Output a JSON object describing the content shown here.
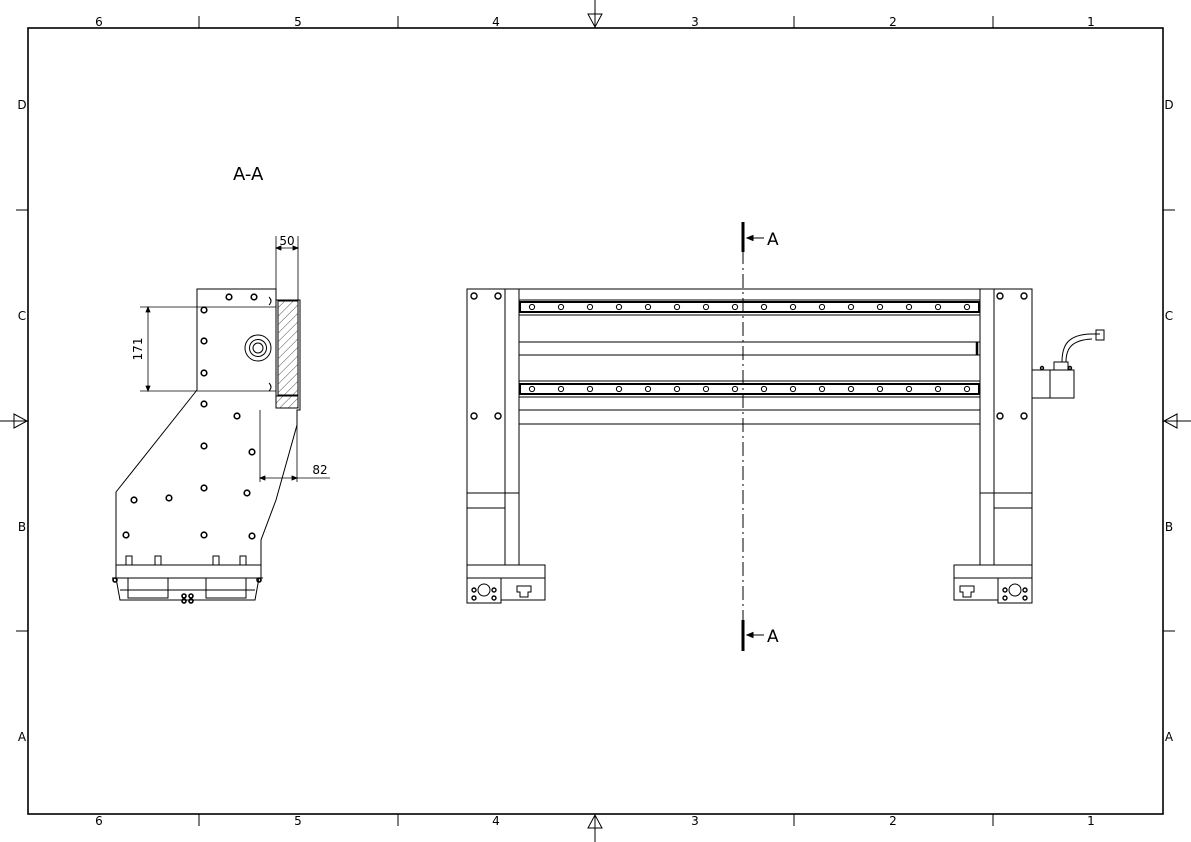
{
  "sheet": {
    "columns": [
      "6",
      "5",
      "4",
      "3",
      "2",
      "1"
    ],
    "rows": [
      "D",
      "C",
      "B",
      "A"
    ]
  },
  "section_view": {
    "title": "A-A",
    "dims": {
      "width_top": "50",
      "height": "171",
      "offset": "82"
    }
  },
  "front_view": {
    "cut_label_top": "A",
    "cut_label_bottom": "A"
  }
}
